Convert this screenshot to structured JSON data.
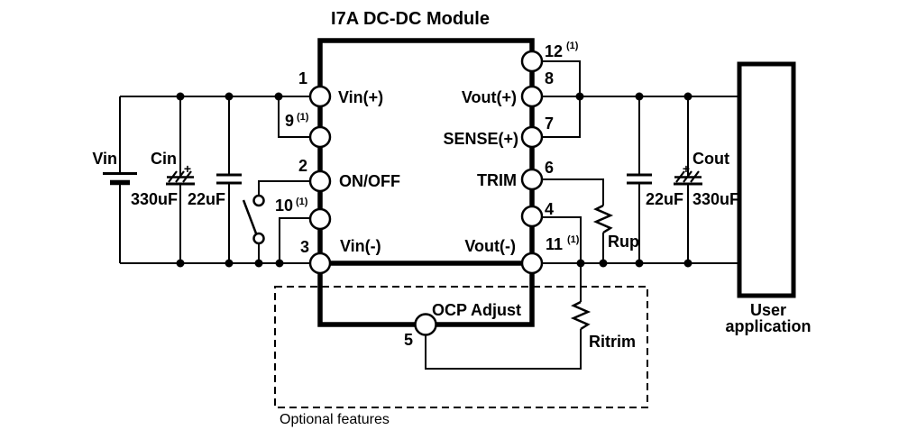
{
  "title": "I7A DC-DC Module",
  "module": {
    "pins": {
      "p1": {
        "num": "1",
        "name": "Vin(+)"
      },
      "p9": {
        "num": "9",
        "sup": "(1)"
      },
      "p2": {
        "num": "2",
        "name": "ON/OFF"
      },
      "p10": {
        "num": "10",
        "sup": "(1)"
      },
      "p3": {
        "num": "3",
        "name": "Vin(-)"
      },
      "p5": {
        "num": "5",
        "name": "OCP Adjust"
      },
      "p12": {
        "num": "12",
        "sup": "(1)"
      },
      "p8": {
        "num": "8",
        "name": "Vout(+)"
      },
      "p7": {
        "num": "7",
        "name": "SENSE(+)"
      },
      "p6": {
        "num": "6",
        "name": "TRIM"
      },
      "p4": {
        "num": "4"
      },
      "p11": {
        "num": "11",
        "sup": "(1)",
        "name": "Vout(-)"
      }
    }
  },
  "input_side": {
    "source_label": "Vin",
    "cin_label": "Cin",
    "cin_plus": "+",
    "cin_value": "330uF",
    "ceramic_value": "22uF"
  },
  "output_side": {
    "ceramic_value": "22uF",
    "cout_label": "Cout",
    "cout_plus": "+",
    "cout_value": "330uF",
    "rup_label": "Rup",
    "ritrim_label": "Ritrim"
  },
  "user_application": {
    "line1": "User",
    "line2": "application"
  },
  "optional_features_label": "Optional features",
  "colors": {
    "ink": "#000000",
    "background": "#ffffff"
  }
}
